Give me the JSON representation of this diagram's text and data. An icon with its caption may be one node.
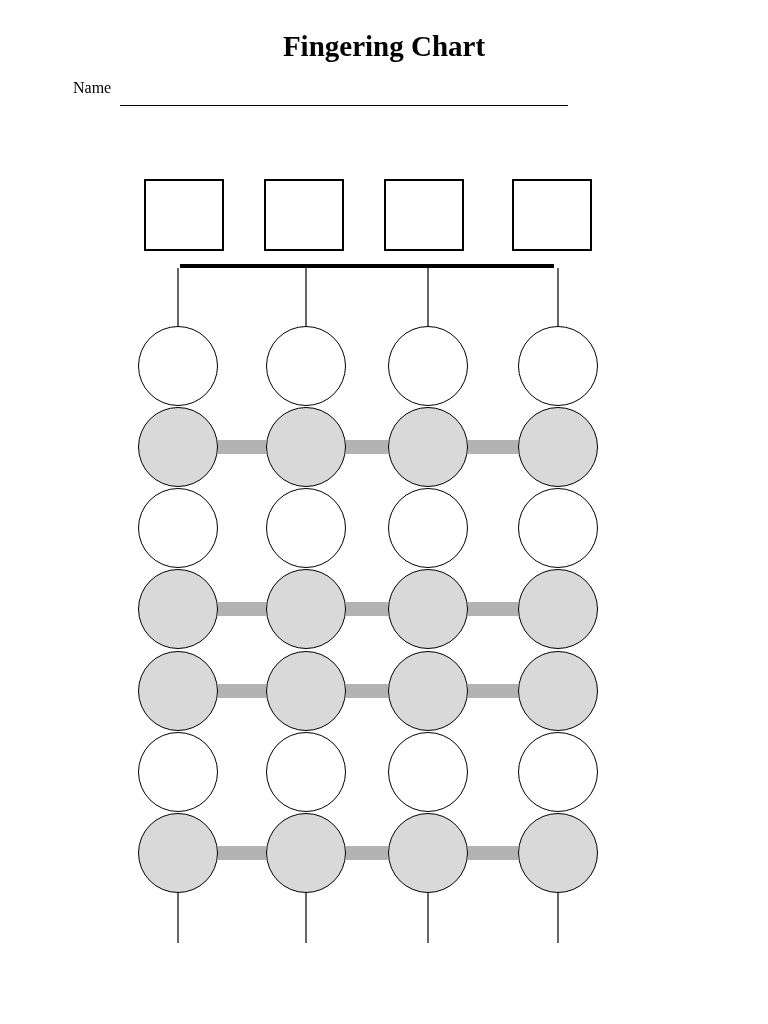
{
  "diagram": {
    "title": "Fingering Chart",
    "nodes": [
      {
        "text": [],
        "shape": "box"
      },
      {
        "text": [],
        "shape": "box"
      },
      {
        "text": [],
        "shape": "box"
      },
      {
        "text": [],
        "shape": "box"
      },
      {
        "text": [],
        "shape": "bar"
      },
      {
        "text": [],
        "shape": "circle"
      },
      {
        "text": [],
        "shape": "circle"
      },
      {
        "text": [],
        "shape": "circle"
      },
      {
        "text": [],
        "shape": "circle"
      },
      {
        "text": [],
        "shape": "circle"
      },
      {
        "text": [],
        "shape": "circle"
      },
      {
        "text": [],
        "shape": "circle"
      },
      {
        "text": [],
        "shape": "circle"
      },
      {
        "text": [],
        "shape": "circle"
      },
      {
        "text": [],
        "shape": "circle"
      },
      {
        "text": [],
        "shape": "circle"
      },
      {
        "text": [],
        "shape": "circle"
      },
      {
        "text": [],
        "shape": "circle"
      },
      {
        "text": [],
        "shape": "circle"
      },
      {
        "text": [],
        "shape": "circle"
      },
      {
        "text": [],
        "shape": "circle"
      },
      {
        "text": [],
        "shape": "circle"
      },
      {
        "text": [],
        "shape": "circle"
      },
      {
        "text": [],
        "shape": "circle"
      },
      {
        "text": [],
        "shape": "circle"
      },
      {
        "text": [],
        "shape": "circle"
      },
      {
        "text": [],
        "shape": "circle"
      },
      {
        "text": [],
        "shape": "circle"
      },
      {
        "text": [],
        "shape": "circle"
      },
      {
        "text": [],
        "shape": "circle"
      },
      {
        "text": [],
        "shape": "circle"
      },
      {
        "text": [],
        "shape": "circle"
      },
      {
        "text": [],
        "shape": "circle"
      }
    ],
    "edges": [
      {
        "from": 4,
        "to": 5,
        "arrow": "none",
        "color": "#000000"
      },
      {
        "from": 4,
        "to": 6,
        "arrow": "none",
        "color": "#000000"
      },
      {
        "from": 4,
        "to": 7,
        "arrow": "none",
        "color": "#000000"
      },
      {
        "from": 4,
        "to": 8,
        "arrow": "none",
        "color": "#000000"
      },
      {
        "from": 9,
        "to": 10,
        "arrow": "none"
      },
      {
        "from": 10,
        "to": 11,
        "arrow": "none"
      },
      {
        "from": 11,
        "to": 12,
        "arrow": "none"
      },
      {
        "from": 17,
        "to": 18,
        "arrow": "none"
      },
      {
        "from": 18,
        "to": 19,
        "arrow": "none"
      },
      {
        "from": 19,
        "to": 20,
        "arrow": "none"
      },
      {
        "from": 21,
        "to": 22,
        "arrow": "none"
      },
      {
        "from": 22,
        "to": 23,
        "arrow": "none"
      },
      {
        "from": 23,
        "to": 24,
        "arrow": "none"
      },
      {
        "from": 29,
        "to": 30,
        "arrow": "none"
      },
      {
        "from": 30,
        "to": 31,
        "arrow": "none"
      },
      {
        "from": 31,
        "to": 32,
        "arrow": "none"
      },
      {
        "from": 29,
        "to": null,
        "arrow": "none",
        "color": "#000000"
      },
      {
        "from": 30,
        "to": null,
        "arrow": "none",
        "color": "#000000"
      },
      {
        "from": 31,
        "to": null,
        "arrow": "none",
        "color": "#000000"
      },
      {
        "from": 32,
        "to": null,
        "arrow": "none",
        "color": "#000000"
      }
    ],
    "labels": [
      "Name"
    ]
  }
}
